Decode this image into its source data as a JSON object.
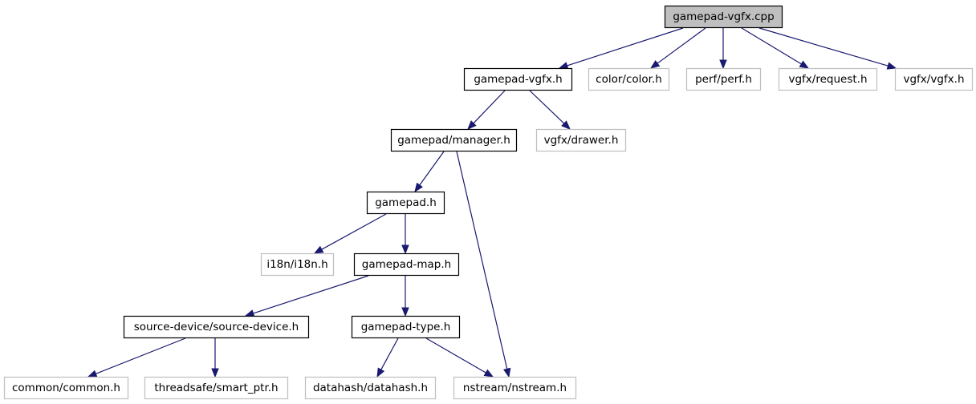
{
  "graph": {
    "nodes": [
      {
        "id": "root",
        "label": "gamepad-vgfx.cpp",
        "kind": "root"
      },
      {
        "id": "gamepad_vgfx_h",
        "label": "gamepad-vgfx.h",
        "kind": "local"
      },
      {
        "id": "color_h",
        "label": "color/color.h",
        "kind": "external"
      },
      {
        "id": "perf_h",
        "label": "perf/perf.h",
        "kind": "external"
      },
      {
        "id": "request_h",
        "label": "vgfx/request.h",
        "kind": "external"
      },
      {
        "id": "vgfx_h",
        "label": "vgfx/vgfx.h",
        "kind": "external"
      },
      {
        "id": "manager_h",
        "label": "gamepad/manager.h",
        "kind": "local"
      },
      {
        "id": "drawer_h",
        "label": "vgfx/drawer.h",
        "kind": "external"
      },
      {
        "id": "gamepad_h",
        "label": "gamepad.h",
        "kind": "local"
      },
      {
        "id": "i18n_h",
        "label": "i18n/i18n.h",
        "kind": "external"
      },
      {
        "id": "gamepad_map_h",
        "label": "gamepad-map.h",
        "kind": "local"
      },
      {
        "id": "source_device_h",
        "label": "source-device/source-device.h",
        "kind": "local"
      },
      {
        "id": "gamepad_type_h",
        "label": "gamepad-type.h",
        "kind": "local"
      },
      {
        "id": "common_h",
        "label": "common/common.h",
        "kind": "external"
      },
      {
        "id": "smart_ptr_h",
        "label": "threadsafe/smart_ptr.h",
        "kind": "external"
      },
      {
        "id": "datahash_h",
        "label": "datahash/datahash.h",
        "kind": "external"
      },
      {
        "id": "nstream_h",
        "label": "nstream/nstream.h",
        "kind": "external"
      }
    ],
    "edges": [
      {
        "from": "root",
        "to": "gamepad_vgfx_h"
      },
      {
        "from": "root",
        "to": "color_h"
      },
      {
        "from": "root",
        "to": "perf_h"
      },
      {
        "from": "root",
        "to": "request_h"
      },
      {
        "from": "root",
        "to": "vgfx_h"
      },
      {
        "from": "gamepad_vgfx_h",
        "to": "manager_h"
      },
      {
        "from": "gamepad_vgfx_h",
        "to": "drawer_h"
      },
      {
        "from": "manager_h",
        "to": "gamepad_h"
      },
      {
        "from": "manager_h",
        "to": "nstream_h"
      },
      {
        "from": "gamepad_h",
        "to": "i18n_h"
      },
      {
        "from": "gamepad_h",
        "to": "gamepad_map_h"
      },
      {
        "from": "gamepad_map_h",
        "to": "source_device_h"
      },
      {
        "from": "gamepad_map_h",
        "to": "gamepad_type_h"
      },
      {
        "from": "source_device_h",
        "to": "common_h"
      },
      {
        "from": "source_device_h",
        "to": "smart_ptr_h"
      },
      {
        "from": "gamepad_type_h",
        "to": "datahash_h"
      },
      {
        "from": "gamepad_type_h",
        "to": "nstream_h"
      }
    ]
  },
  "colors": {
    "root_fill": "#bfbfbf",
    "local_border": "#000000",
    "external_border": "#bfbfbf",
    "edge": "#191970"
  }
}
